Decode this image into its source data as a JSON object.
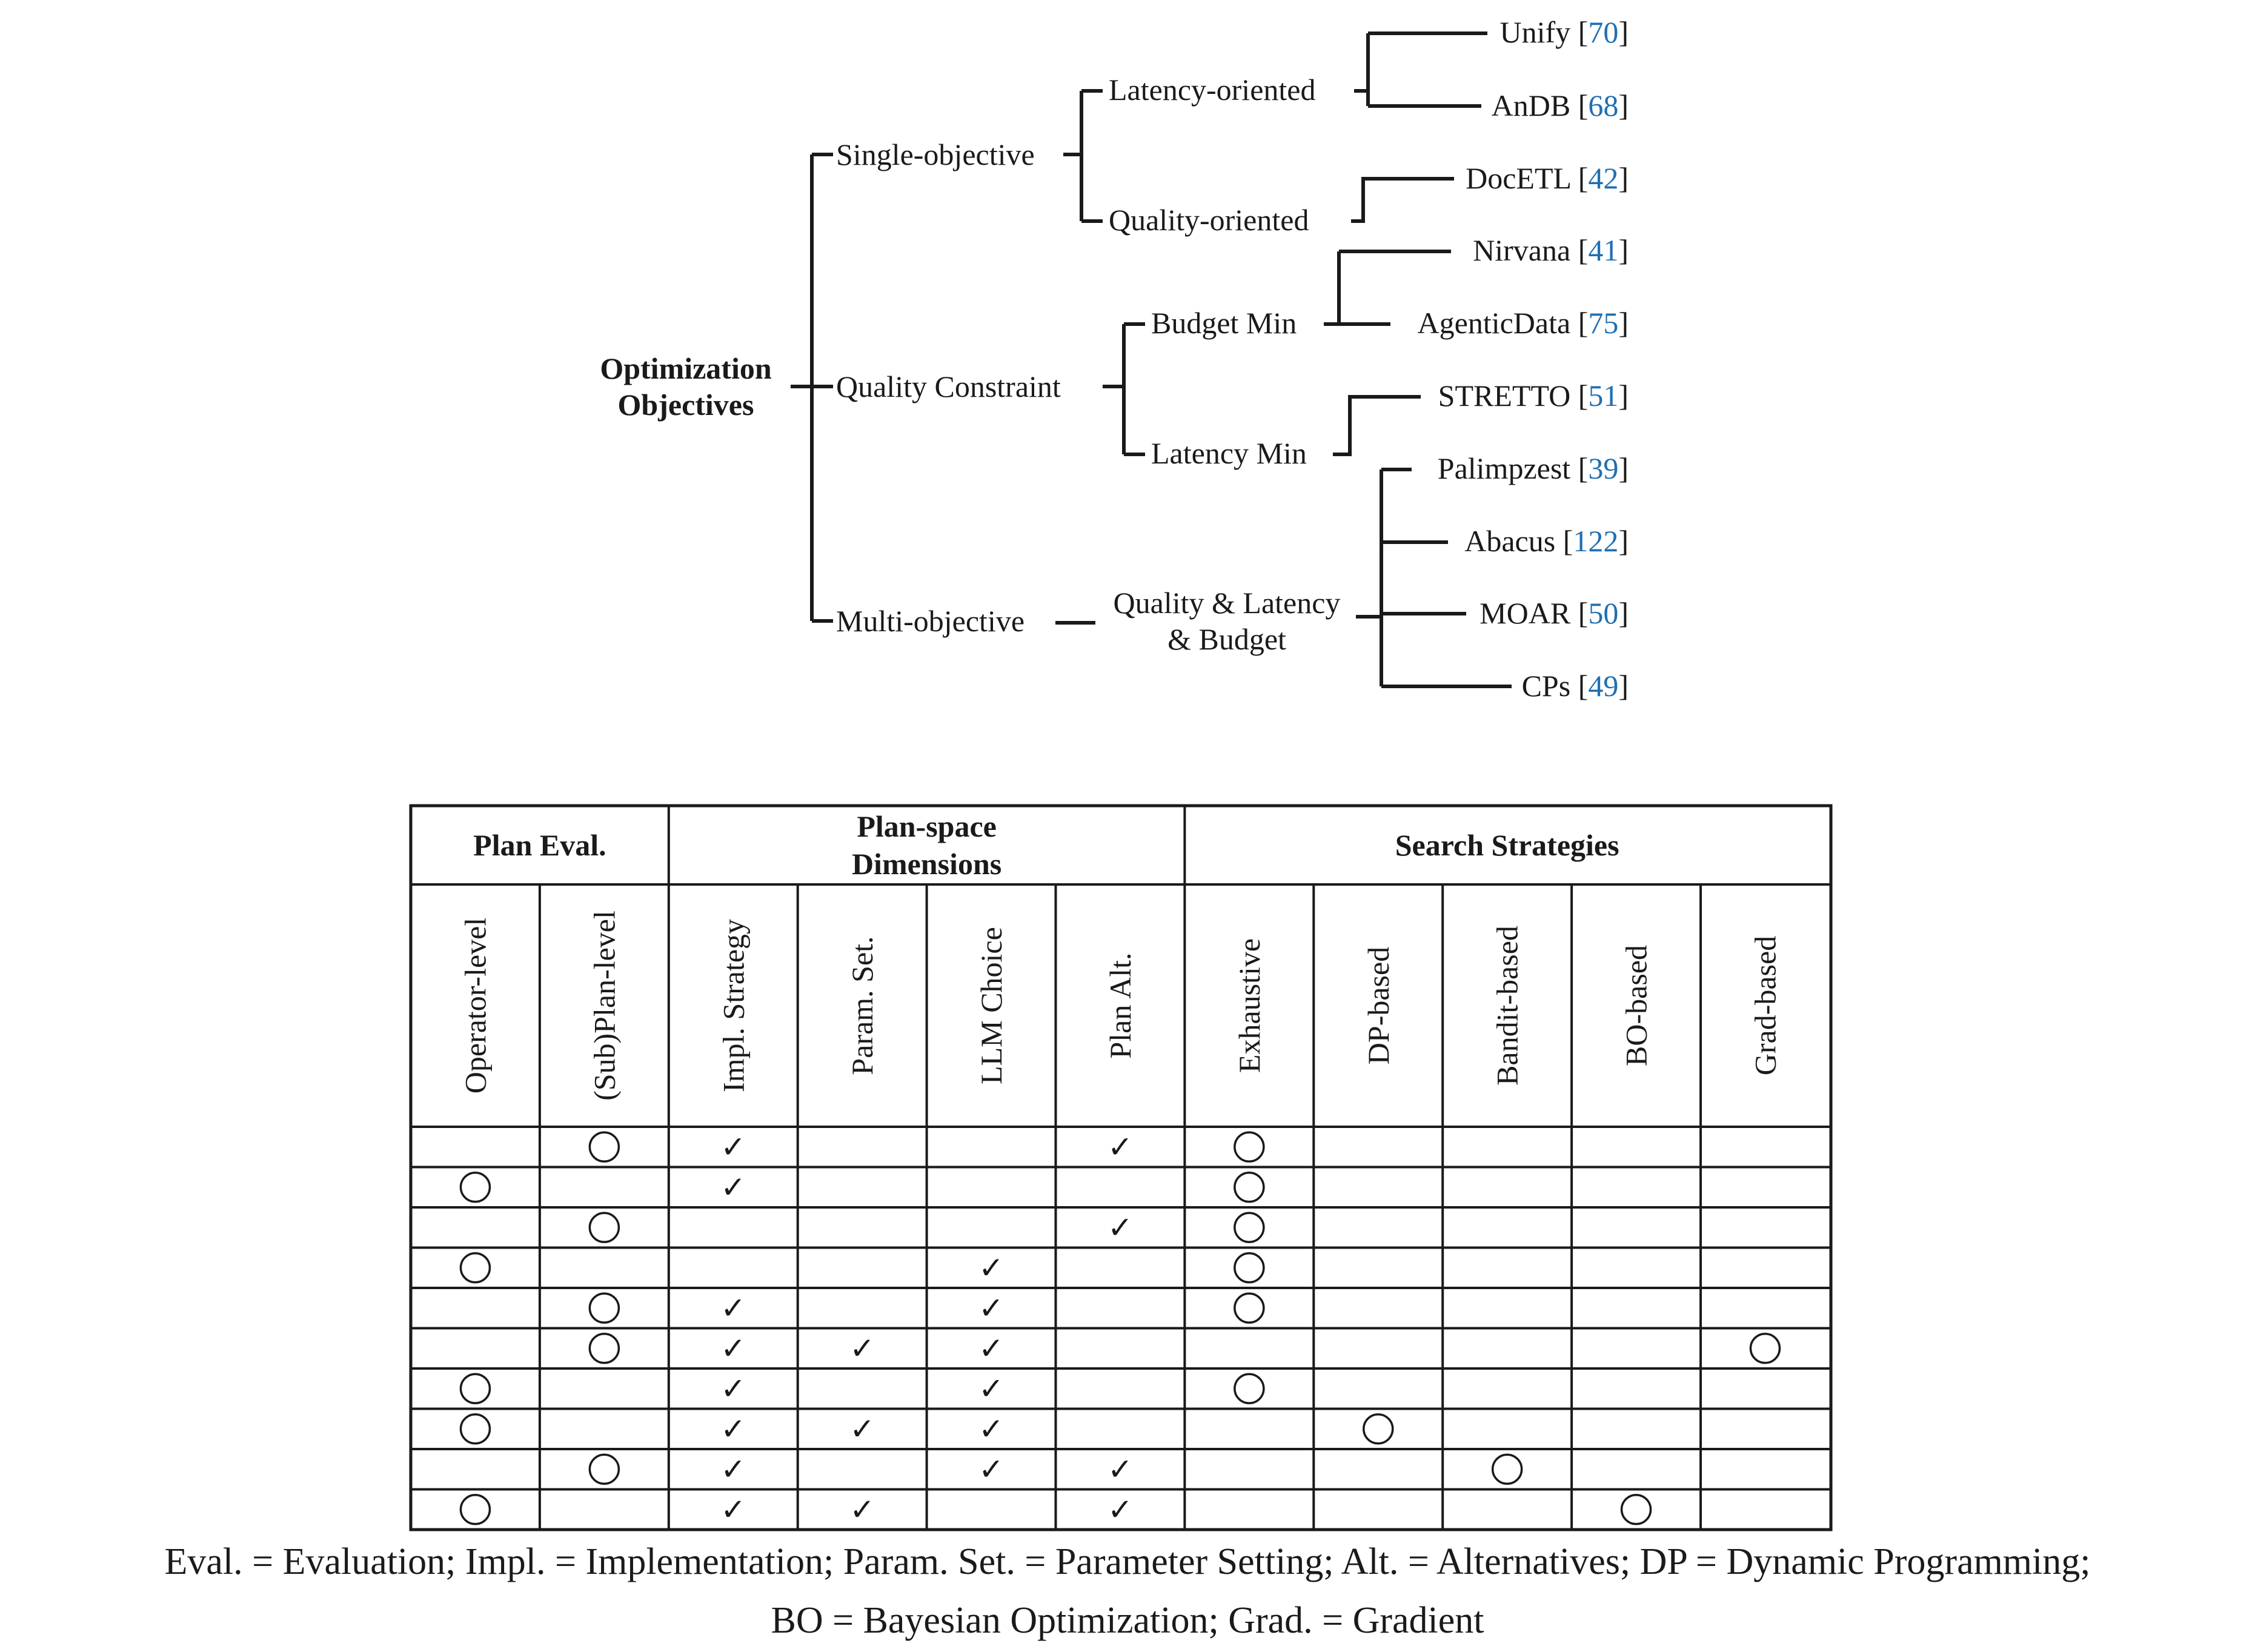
{
  "tree": {
    "root": {
      "line1": "Optimization",
      "line2": "Objectives"
    },
    "single": {
      "label": "Single-objective",
      "latency": {
        "label": "Latency-oriented",
        "leaves": [
          {
            "name": "Unify",
            "ref": "70"
          },
          {
            "name": "AnDB",
            "ref": "68"
          }
        ]
      },
      "quality": {
        "label": "Quality-oriented",
        "leaves": [
          {
            "name": "DocETL",
            "ref": "42"
          }
        ]
      }
    },
    "constraint": {
      "label": "Quality Constraint",
      "budget": {
        "label": "Budget Min",
        "leaves": [
          {
            "name": "Nirvana",
            "ref": "41"
          },
          {
            "name": "AgenticData",
            "ref": "75"
          }
        ]
      },
      "latency": {
        "label": "Latency Min",
        "leaves": [
          {
            "name": "STRETTO",
            "ref": "51"
          }
        ]
      }
    },
    "multi": {
      "label": "Multi-objective",
      "combo": {
        "line1": "Quality & Latency",
        "line2": "& Budget",
        "leaves": [
          {
            "name": "Palimpzest",
            "ref": "39"
          },
          {
            "name": "Abacus",
            "ref": "122"
          },
          {
            "name": "MOAR",
            "ref": "50"
          },
          {
            "name": "CPs",
            "ref": "49"
          }
        ]
      }
    }
  },
  "table": {
    "groups": [
      {
        "lines": [
          "Plan Eval."
        ],
        "span": 2
      },
      {
        "lines": [
          "Plan-space",
          "Dimensions"
        ],
        "span": 4
      },
      {
        "lines": [
          "Search Strategies"
        ],
        "span": 5
      }
    ],
    "columns": [
      "Operator-level",
      "(Sub)Plan-level",
      "Impl. Strategy",
      "Param. Set.",
      "LLM Choice",
      "Plan Alt.",
      "Exhaustive",
      "DP-based",
      "Bandit-based",
      "BO-based",
      "Grad-based"
    ],
    "legend": {
      "circle": "○",
      "check": "✓"
    },
    "rows": [
      [
        "",
        "○",
        "✓",
        "",
        "",
        "✓",
        "○",
        "",
        "",
        "",
        ""
      ],
      [
        "○",
        "",
        "✓",
        "",
        "",
        "",
        "○",
        "",
        "",
        "",
        ""
      ],
      [
        "",
        "○",
        "",
        "",
        "",
        "✓",
        "○",
        "",
        "",
        "",
        ""
      ],
      [
        "○",
        "",
        "",
        "",
        "✓",
        "",
        "○",
        "",
        "",
        "",
        ""
      ],
      [
        "",
        "○",
        "✓",
        "",
        "✓",
        "",
        "○",
        "",
        "",
        "",
        ""
      ],
      [
        "",
        "○",
        "✓",
        "✓",
        "✓",
        "",
        "",
        "",
        "",
        "",
        "○"
      ],
      [
        "○",
        "",
        "✓",
        "",
        "✓",
        "",
        "○",
        "",
        "",
        "",
        ""
      ],
      [
        "○",
        "",
        "✓",
        "✓",
        "✓",
        "",
        "",
        "○",
        "",
        "",
        ""
      ],
      [
        "",
        "○",
        "✓",
        "",
        "✓",
        "✓",
        "",
        "",
        "○",
        "",
        ""
      ],
      [
        "○",
        "",
        "✓",
        "✓",
        "",
        "✓",
        "",
        "",
        "",
        "○",
        ""
      ]
    ]
  },
  "footnote": {
    "line1": "Eval. = Evaluation; Impl. = Implementation; Param. Set. = Parameter Setting; Alt. = Alternatives; DP = Dynamic Programming;",
    "line2": "BO = Bayesian Optimization; Grad. = Gradient"
  }
}
